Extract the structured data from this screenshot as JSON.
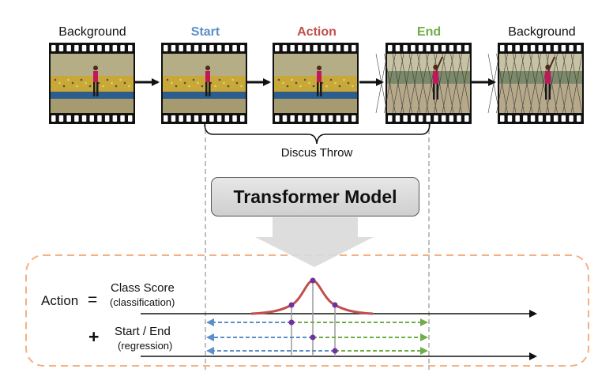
{
  "frames": [
    {
      "label": "Background",
      "color": "#111111",
      "bold": false,
      "scene": "stadium"
    },
    {
      "label": "Start",
      "color": "#5b8fc8",
      "bold": true,
      "scene": "stadium"
    },
    {
      "label": "Action",
      "color": "#c0504d",
      "bold": true,
      "scene": "stadium"
    },
    {
      "label": "End",
      "color": "#70ad47",
      "bold": true,
      "scene": "net"
    },
    {
      "label": "Background",
      "color": "#111111",
      "bold": false,
      "scene": "net"
    }
  ],
  "segment_label": "Discus Throw",
  "model_label": "Transformer Model",
  "bottom": {
    "action_label": "Action",
    "equals": "=",
    "plus": "+",
    "class_score": "Class Score",
    "classification": "(classification)",
    "start_end": "Start / End",
    "regression": "(regression)"
  },
  "colors": {
    "start": "#5b8fc8",
    "action": "#c0504d",
    "end": "#70ad47",
    "dashed_box": "#f4b183",
    "point": "#7030a0",
    "curve": "#c0504d",
    "guide": "#aaaaaa"
  }
}
